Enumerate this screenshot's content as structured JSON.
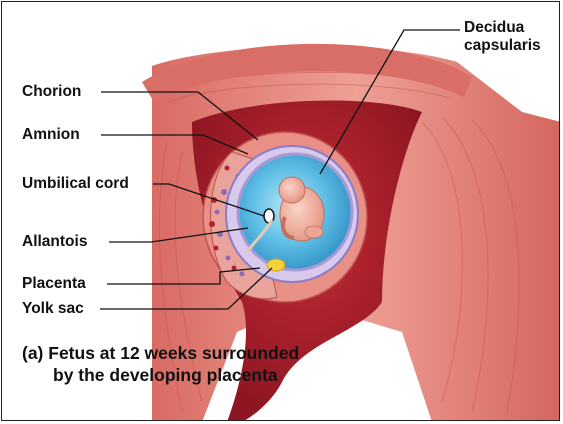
{
  "labels": {
    "decidua_capsularis_line1": "Decidua",
    "decidua_capsularis_line2": "capsularis",
    "chorion": "Chorion",
    "amnion": "Amnion",
    "umbilical_cord": "Umbilical cord",
    "allantois": "Allantois",
    "placenta": "Placenta",
    "yolk_sac": "Yolk sac"
  },
  "caption": {
    "line1": "(a) Fetus at 12 weeks surrounded",
    "line2": "by the developing placenta"
  },
  "colors": {
    "uterine_wall": "#e8837a",
    "uterine_wall_dark": "#c9574f",
    "uterine_lumen": "#a81e2a",
    "amniotic_fluid": "#4fb3dd",
    "amniotic_fluid_light": "#9fdcf2",
    "amnion_rim": "#a49ad6",
    "fetus": "#f2b2a3",
    "yolk_sac": "#f6d23c",
    "leader_line": "#111111"
  }
}
